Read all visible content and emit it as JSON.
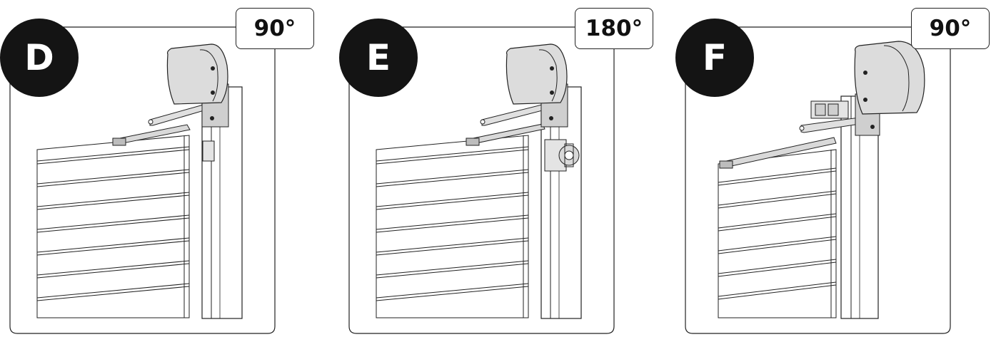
{
  "panels": [
    {
      "letter": "D",
      "angle": "90°"
    },
    {
      "letter": "E",
      "angle": "180°"
    },
    {
      "letter": "F",
      "angle": "90°"
    }
  ],
  "colors": {
    "badge": "#141414",
    "line": "#222222",
    "motor": "#dcdcdc",
    "metal": "#cfcfcf"
  }
}
